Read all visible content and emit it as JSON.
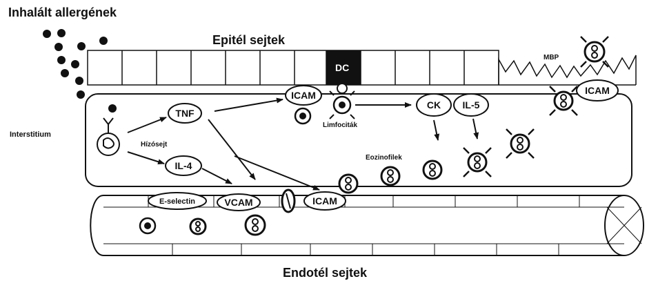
{
  "titles": {
    "inhaled_allergens": "Inhalált allergének",
    "epithelial_cells": "Epitél sejtek",
    "endothelial_cells": "Endotél sejtek"
  },
  "labels": {
    "interstitium": "Interstitium",
    "mast_cell": "Hízósejt",
    "lymphocytes": "Limfociták",
    "eosinophils": "Eozinofilek",
    "dc": "DC",
    "mbp": "MBP"
  },
  "mediators": {
    "tnf": "TNF",
    "il4": "IL-4",
    "icam_top": "ICAM",
    "ck": "CK",
    "il5": "IL-5",
    "icam_right": "ICAM",
    "e_selectin": "E-selectin",
    "vcam": "VCAM",
    "icam_vessel": "ICAM"
  },
  "colors": {
    "ink": "#111111",
    "background": "#ffffff",
    "dc_fill": "#111111"
  }
}
